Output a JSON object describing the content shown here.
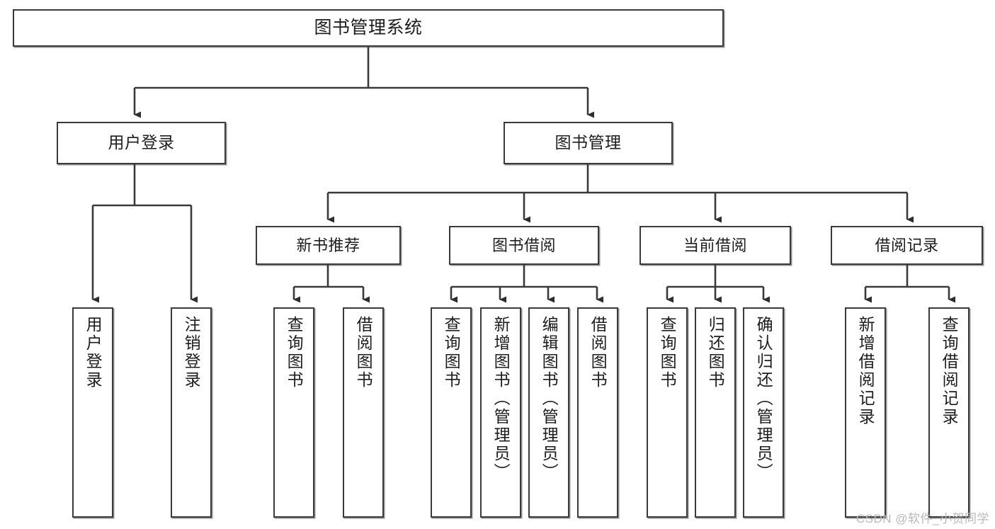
{
  "diagram": {
    "title": "图书管理系统",
    "type": "hierarchy-tree",
    "colors": {
      "stroke": "#3a3a3a",
      "fill": "#ffffff",
      "text": "#1d1d1d",
      "watermark": "#b9b9b9"
    }
  },
  "watermark": {
    "text": "CSDN @软件_小贺同学"
  },
  "nodes": {
    "root": {
      "label": "图书管理系统"
    },
    "level2": [
      {
        "label": "用户登录"
      },
      {
        "label": "图书管理"
      }
    ],
    "level3": [
      {
        "label": "新书推荐"
      },
      {
        "label": "图书借阅"
      },
      {
        "label": "当前借阅"
      },
      {
        "label": "借阅记录"
      }
    ],
    "leaves": {
      "user_login": [
        {
          "label": "用户登录"
        },
        {
          "label": "注销登录"
        }
      ],
      "new_book_recommend": [
        {
          "label": "查询图书"
        },
        {
          "label": "借阅图书"
        }
      ],
      "book_borrow": [
        {
          "label": "查询图书"
        },
        {
          "label": "新增图书（管理员）"
        },
        {
          "label": "编辑图书（管理员）"
        },
        {
          "label": "借阅图书"
        }
      ],
      "current_borrow": [
        {
          "label": "查询图书"
        },
        {
          "label": "归还图书"
        },
        {
          "label": "确认归还（管理员）"
        }
      ],
      "borrow_record": [
        {
          "label": "新增借阅记录"
        },
        {
          "label": "查询借阅记录"
        }
      ]
    }
  }
}
